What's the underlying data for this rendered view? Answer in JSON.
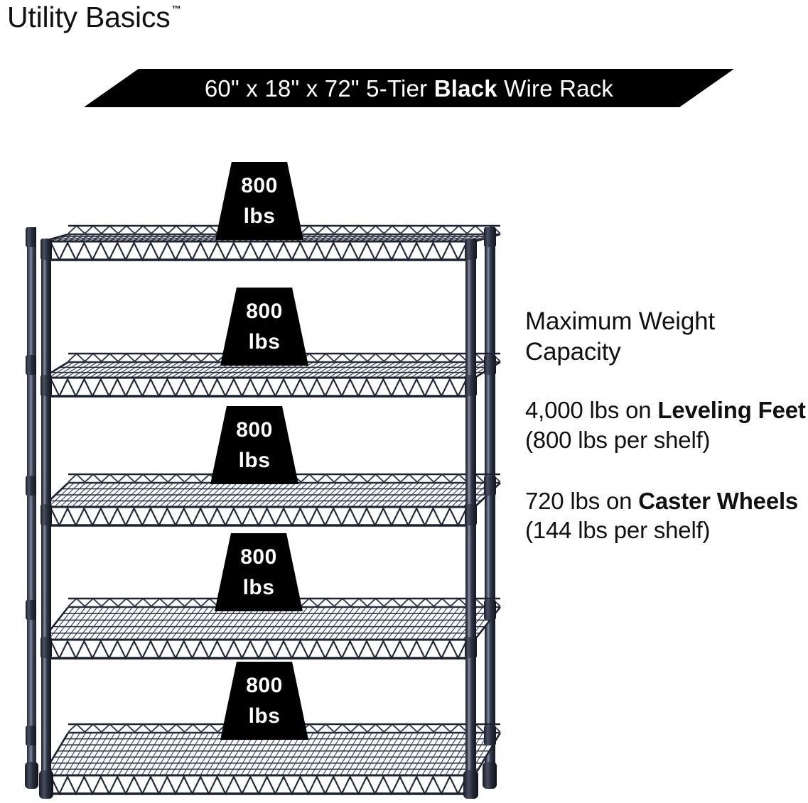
{
  "brand": {
    "name": "Utility Basics",
    "trademark": "™"
  },
  "banner": {
    "text_before_bold": "60\" x 18\" x 72\" 5-Tier ",
    "bold_word": "Black",
    "text_after_bold": " Wire Rack",
    "full_text": "60\" x 18\" x 72\" 5-Tier Black Wire Rack",
    "background_color": "#000000",
    "text_color": "#ffffff"
  },
  "product": {
    "dimensions": "60\" x 18\" x 72\"",
    "tiers": "5-Tier",
    "color": "Black",
    "type": "Wire Rack",
    "shelf_count": 5,
    "frame_color": "#2d3342"
  },
  "badges": [
    {
      "value": "800",
      "unit": "lbs",
      "shelf": 1
    },
    {
      "value": "800",
      "unit": "lbs",
      "shelf": 2
    },
    {
      "value": "800",
      "unit": "lbs",
      "shelf": 3
    },
    {
      "value": "800",
      "unit": "lbs",
      "shelf": 4
    },
    {
      "value": "800",
      "unit": "lbs",
      "shelf": 5
    }
  ],
  "copy": {
    "heading": "Maximum Weight Capacity",
    "leveling_feet": {
      "lead": "4,000 lbs on ",
      "bold": "Leveling Feet",
      "tail": " (800 lbs per shelf)"
    },
    "caster_wheels": {
      "lead": "720 lbs on ",
      "bold": "Caster Wheels",
      "tail": " (144 lbs per shelf)"
    }
  }
}
